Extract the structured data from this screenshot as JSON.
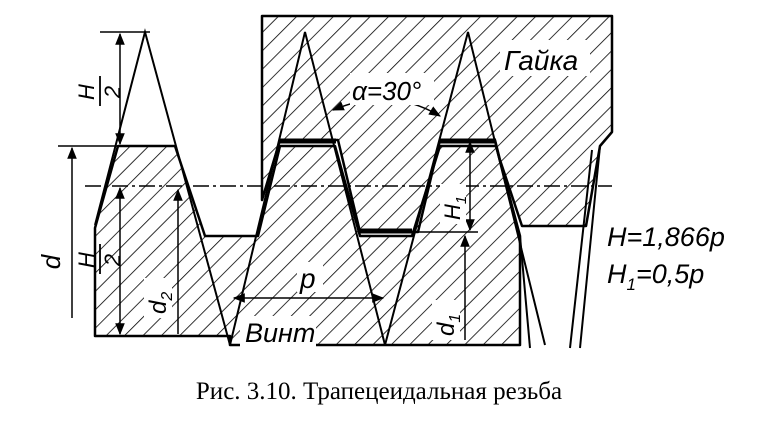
{
  "diagram": {
    "labels": {
      "nut": "Гайка",
      "screw": "Винт",
      "angle": "α=30°",
      "half_h_top_num": "H",
      "half_h_top_den": "2",
      "half_h_bot_num": "H",
      "half_h_bot_den": "2",
      "d": "d",
      "d2_main": "d",
      "d2_sub": "2",
      "d1_main": "d",
      "d1_sub": "1",
      "h1_main": "H",
      "h1_sub": "1",
      "p": "p",
      "formula_h": "H=1,866p",
      "formula_h1_main": "H",
      "formula_h1_sub": "1",
      "formula_h1_rest": "=0,5p"
    },
    "caption": "Рис. 3.10. Трапецеидальная резьба"
  },
  "colors": {
    "ink": "#000000",
    "paper": "#ffffff"
  }
}
